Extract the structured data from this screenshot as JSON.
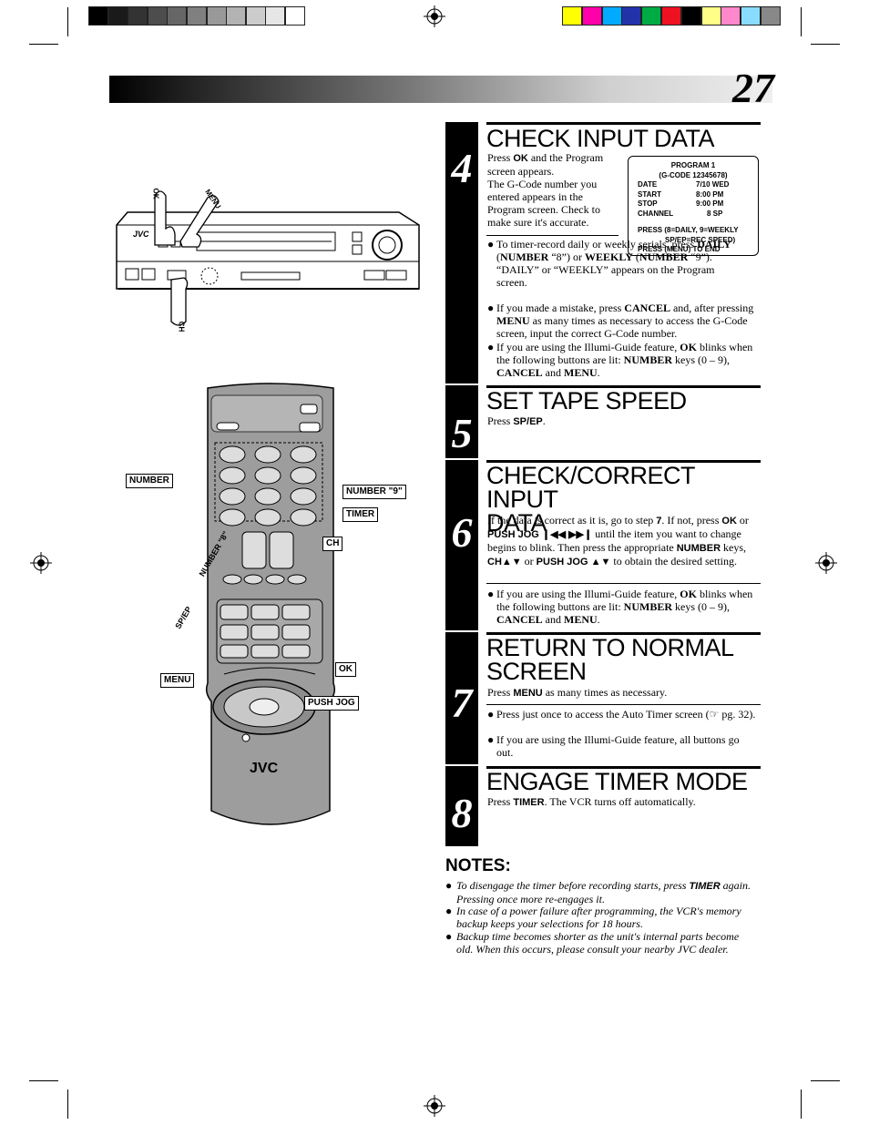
{
  "page_number": "27",
  "colors": {
    "gray_steps": [
      "#000000",
      "#1a1a1a",
      "#333333",
      "#4d4d4d",
      "#666666",
      "#808080",
      "#999999",
      "#b3b3b3",
      "#cccccc",
      "#e6e6e6",
      "#ffffff"
    ],
    "color_bars": [
      "#ffff00",
      "#ff00aa",
      "#00aaff",
      "#2233aa",
      "#00aa44",
      "#ee1122",
      "#000000",
      "#ffff88",
      "#ff88cc",
      "#88ddff",
      "#888888"
    ]
  },
  "step4": {
    "number": "4",
    "heading": "CHECK INPUT DATA",
    "intro": [
      "Press ",
      "OK",
      " and the Program screen appears.",
      "The G-Code number you entered appears in the Program screen. Check to make sure it's accurate."
    ],
    "bullets": [
      [
        "To timer-record daily or weekly serials, press ",
        "DAILY",
        " (",
        "NUMBER",
        " “8”) or ",
        "WEEKLY",
        " (",
        "NUMBER",
        " “9”). “DAILY” or “WEEKLY” appears on the Program screen."
      ],
      [
        "If you made a mistake, press ",
        "CANCEL",
        " and, after pressing ",
        "MENU",
        " as many times as necessary to access the G-Code screen, input the correct G-Code number."
      ],
      [
        "If you are using the Illumi-Guide feature, ",
        "OK",
        " blinks when the following buttons are lit:  ",
        "NUMBER",
        " keys (0 – 9), ",
        "CANCEL",
        " and ",
        "MENU",
        "."
      ]
    ],
    "screen": {
      "title": "PROGRAM 1",
      "gcode": "(G-CODE 12345678)",
      "rows": [
        [
          "DATE",
          "7/10 WED"
        ],
        [
          "START",
          "8:00 PM"
        ],
        [
          "STOP",
          "9:00 PM"
        ],
        [
          "CHANNEL",
          "8 SP"
        ]
      ],
      "footer1": "PRESS (8=DAILY, 9=WEEKLY",
      "footer2": "SP/EP=REC SPEED)",
      "footer3": "PRESS (MENU) TO END"
    }
  },
  "step5": {
    "number": "5",
    "heading": "SET TAPE SPEED",
    "text": [
      "Press ",
      "SP/EP",
      "."
    ]
  },
  "step6": {
    "number": "6",
    "heading_line1": "CHECK/CORRECT INPUT",
    "heading_line2": "DATA",
    "text": [
      "If the data is correct as it is, go to step ",
      "7",
      ". If not, press ",
      "OK",
      " or ",
      "PUSH JOG ❙◀◀ ▶▶❙",
      " until the item you want to change begins to blink. Then press the appropriate ",
      "NUMBER",
      " keys, ",
      "CH▲▼",
      " or  ",
      "PUSH JOG ▲▼",
      " to obtain the desired setting."
    ],
    "bullet": [
      "If you are using the Illumi-Guide feature, ",
      "OK",
      " blinks when the following buttons are lit:  ",
      "NUMBER",
      " keys (0 – 9), ",
      "CANCEL",
      " and ",
      "MENU",
      "."
    ]
  },
  "step7": {
    "number": "7",
    "heading_line1": "RETURN TO NORMAL",
    "heading_line2": "SCREEN",
    "text": [
      "Press ",
      "MENU",
      " as many times as necessary."
    ],
    "bullets": [
      [
        "Press just once to access the Auto Timer screen (☞ pg. 32)."
      ],
      [
        "If you are using the Illumi-Guide feature, all buttons go out."
      ]
    ]
  },
  "step8": {
    "number": "8",
    "heading": "ENGAGE TIMER MODE",
    "text": [
      "Press ",
      "TIMER",
      ". The VCR turns off automatically."
    ]
  },
  "notes": {
    "heading": "NOTES:",
    "items": [
      [
        "To disengage the timer before recording starts, press ",
        "TIMER",
        " again. Pressing once more re-engages it."
      ],
      [
        "In case of a power failure after programming, the VCR's memory backup keeps your selections for 18 hours."
      ],
      [
        "Backup time becomes shorter as the unit's internal parts become old. When this occurs, please consult your nearby JVC dealer."
      ]
    ]
  },
  "vcr": {
    "brand": "JVC",
    "labels": {
      "ok": "OK",
      "menu": "MENU",
      "ch": "CH"
    }
  },
  "remote": {
    "brand": "JVC",
    "callouts": {
      "number": "NUMBER",
      "number9": "NUMBER \"9\"",
      "timer": "TIMER",
      "ch": "CH",
      "number8": "NUMBER \"8\"",
      "spep": "SP/EP",
      "menu": "MENU",
      "ok": "OK",
      "pushjog": "PUSH JOG"
    }
  }
}
